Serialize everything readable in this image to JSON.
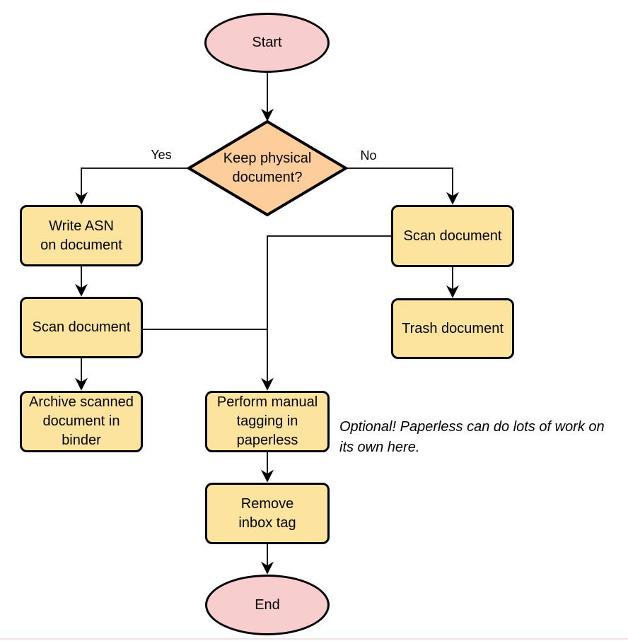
{
  "diagram": {
    "type": "flowchart",
    "direction": "top-down",
    "background": "#ffffff"
  },
  "colors": {
    "terminal_fill": "#f8cdce",
    "decision_fill": "#fecd9c",
    "process_fill": "#fce49e",
    "stroke": "#000000",
    "text": "#000000",
    "bottom_rule": "#f5e1e1"
  },
  "nodes": {
    "start": {
      "shape": "ellipse",
      "label": "Start",
      "lines": [
        "Start"
      ]
    },
    "decision": {
      "shape": "diamond",
      "label": "Keep physical document?",
      "lines": [
        "Keep physical",
        "document?"
      ]
    },
    "write_asn": {
      "shape": "rect",
      "label": "Write ASN on document",
      "lines": [
        "Write ASN",
        "on document"
      ]
    },
    "scan_left": {
      "shape": "rect",
      "label": "Scan document",
      "lines": [
        "Scan document"
      ]
    },
    "archive": {
      "shape": "rect",
      "label": "Archive scanned document in binder",
      "lines": [
        "Archive scanned",
        "document in",
        "binder"
      ]
    },
    "scan_right": {
      "shape": "rect",
      "label": "Scan document",
      "lines": [
        "Scan document"
      ]
    },
    "trash": {
      "shape": "rect",
      "label": "Trash document",
      "lines": [
        "Trash document"
      ]
    },
    "perform": {
      "shape": "rect",
      "label": "Perform manual tagging in paperless",
      "lines": [
        "Perform manual",
        "tagging in",
        "paperless"
      ]
    },
    "remove": {
      "shape": "rect",
      "label": "Remove inbox tag",
      "lines": [
        "Remove",
        "inbox tag"
      ]
    },
    "end": {
      "shape": "ellipse",
      "label": "End",
      "lines": [
        "End"
      ]
    }
  },
  "edge_labels": {
    "yes": "Yes",
    "no": "No"
  },
  "edges": [
    {
      "from": "start",
      "to": "decision",
      "label": ""
    },
    {
      "from": "decision",
      "to": "write_asn",
      "label": "Yes"
    },
    {
      "from": "decision",
      "to": "scan_right",
      "label": "No"
    },
    {
      "from": "write_asn",
      "to": "scan_left",
      "label": ""
    },
    {
      "from": "scan_left",
      "to": "archive",
      "label": ""
    },
    {
      "from": "scan_right",
      "to": "trash",
      "label": ""
    },
    {
      "from": "scan_right",
      "to": "perform",
      "label": ""
    },
    {
      "from": "scan_left",
      "to": "perform",
      "label": ""
    },
    {
      "from": "perform",
      "to": "remove",
      "label": ""
    },
    {
      "from": "remove",
      "to": "end",
      "label": ""
    }
  ],
  "annotation": {
    "text": "Optional! Paperless can do lots of work on its own here.",
    "lines": [
      "Optional! Paperless can do lots of work on",
      "its own here."
    ]
  }
}
